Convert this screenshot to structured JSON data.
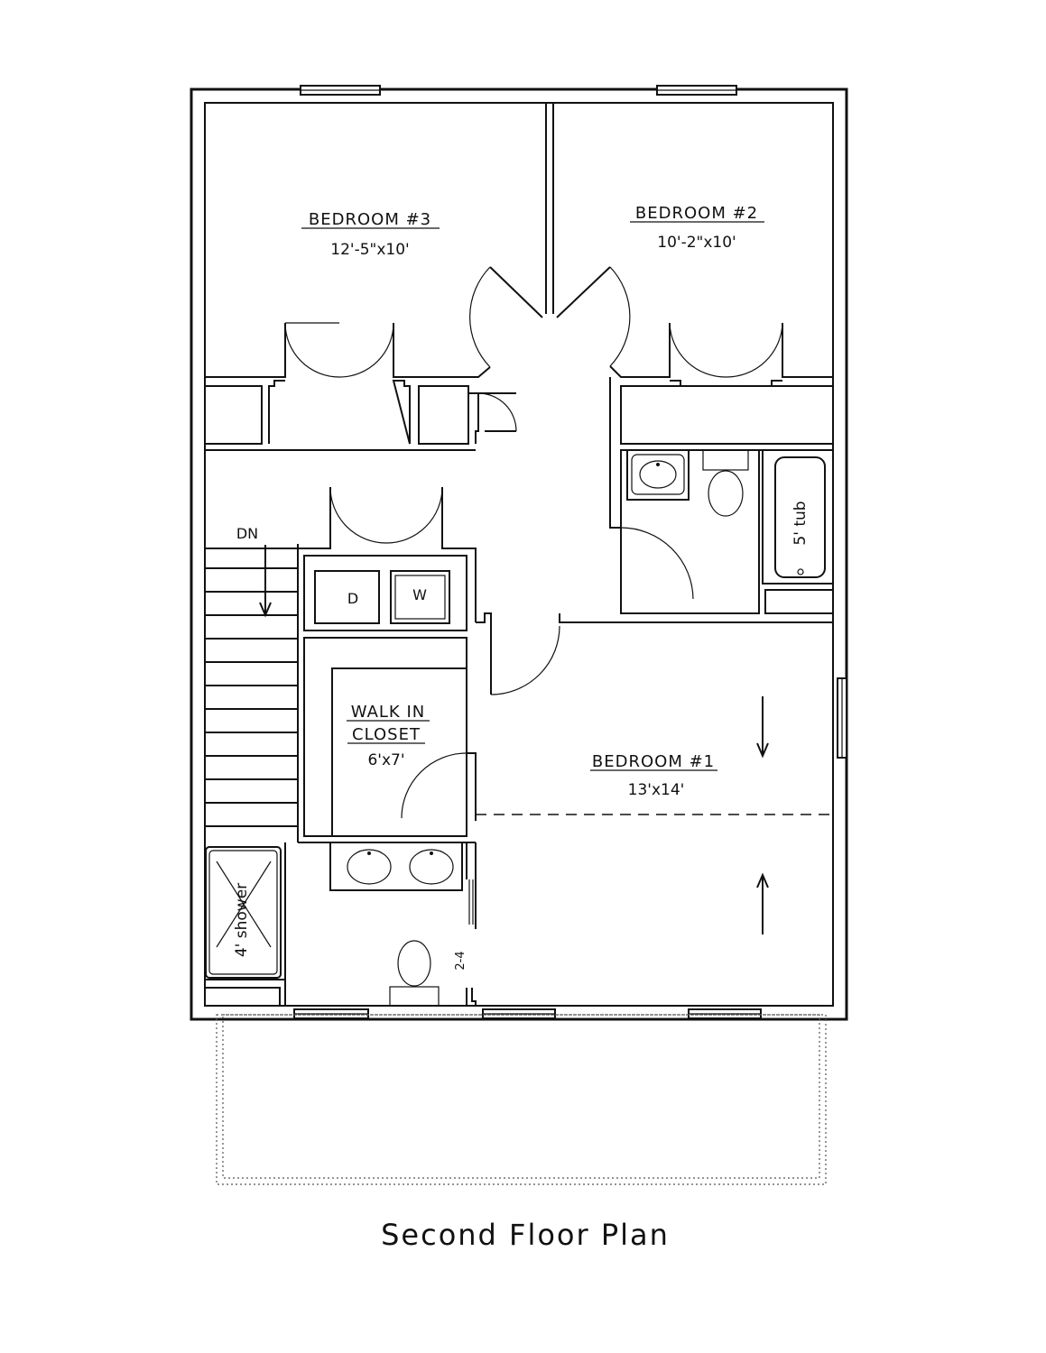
{
  "plan": {
    "title": "Second Floor Plan",
    "rooms": {
      "bedroom3": {
        "name": "BEDROOM #3",
        "size": "12'-5\"x10'"
      },
      "bedroom2": {
        "name": "BEDROOM #2",
        "size": "10'-2\"x10'"
      },
      "bedroom1": {
        "name": "BEDROOM #1",
        "size": "13'x14'"
      },
      "closet": {
        "name_line1": "WALK IN",
        "name_line2": "CLOSET",
        "size": "6'x7'"
      }
    },
    "fixtures": {
      "stair_label": "DN",
      "dryer": "D",
      "washer": "W",
      "tub": "5' tub",
      "shower": "4' shower",
      "door_size": "2-4"
    }
  }
}
